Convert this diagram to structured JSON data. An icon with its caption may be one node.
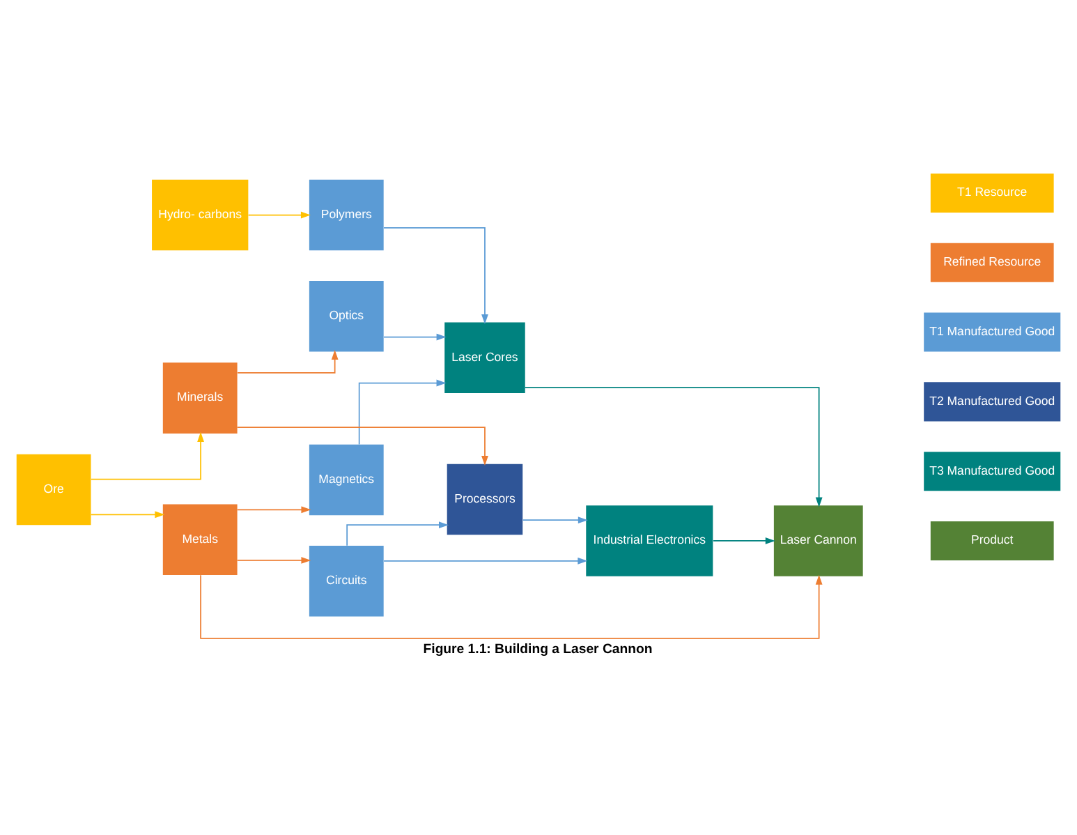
{
  "diagram": {
    "caption": "Figure 1.1: Building a Laser Cannon",
    "nodes": [
      {
        "text": [
          "Hydro- carbons"
        ]
      },
      {
        "text": [
          "Polymers"
        ]
      },
      {
        "text": [
          "Magnetics"
        ]
      },
      {
        "text": [
          "Laser Cores"
        ]
      },
      {
        "text": [
          "Optics"
        ]
      },
      {
        "text": [
          "Laser Cannon"
        ]
      },
      {
        "text": [
          "Minerals"
        ]
      },
      {
        "text": [
          "Processors"
        ]
      },
      {
        "text": [
          "Ore"
        ]
      },
      {
        "text": [
          "Industrial Electronics"
        ]
      },
      {
        "text": [
          "Metals"
        ]
      },
      {
        "text": [
          "Circuits"
        ]
      }
    ],
    "edges": [
      {
        "from": 0,
        "to": 1,
        "arrow": "to",
        "color": "#ffc000"
      },
      {
        "from": 1,
        "to": 3,
        "arrow": "to"
      },
      {
        "from": 2,
        "to": 3,
        "arrow": "to"
      },
      {
        "from": 4,
        "to": 3,
        "arrow": "to"
      },
      {
        "from": 3,
        "to": 5,
        "arrow": "to",
        "color": "#00827f"
      },
      {
        "from": 9,
        "to": 5,
        "arrow": "to",
        "color": "#00827f"
      },
      {
        "from": 10,
        "to": 5,
        "arrow": "to",
        "color": "#ed7d31"
      },
      {
        "from": 10,
        "to": 2,
        "arrow": "to",
        "color": "#ed7d31"
      },
      {
        "from": 6,
        "to": 4,
        "arrow": "to",
        "color": "#ed7d31"
      },
      {
        "from": 6,
        "to": 7,
        "arrow": "to",
        "color": "#ed7d31"
      },
      {
        "from": 8,
        "to": 6,
        "arrow": "to",
        "color": "#ffc000"
      },
      {
        "from": 8,
        "to": 10,
        "arrow": "to",
        "color": "#ffc000"
      },
      {
        "from": 10,
        "to": 11,
        "arrow": "to",
        "color": "#ed7d31"
      },
      {
        "from": 11,
        "to": 7,
        "arrow": "to"
      },
      {
        "from": 11,
        "to": 9,
        "arrow": "to"
      },
      {
        "from": 7,
        "to": 9,
        "arrow": "to"
      }
    ],
    "legend": [
      {
        "text": "T1 Resource",
        "color": "#ffc000"
      },
      {
        "text": "Refined Resource",
        "color": "#ed7d31"
      },
      {
        "text": "T1 Manufactured Good",
        "color": "#5b9bd5"
      },
      {
        "text": "T2 Manufactured Good",
        "color": "#2f5597"
      },
      {
        "text": "T3 Manufactured Good",
        "color": "#00827f"
      },
      {
        "text": "Product",
        "color": "#548235"
      }
    ]
  }
}
